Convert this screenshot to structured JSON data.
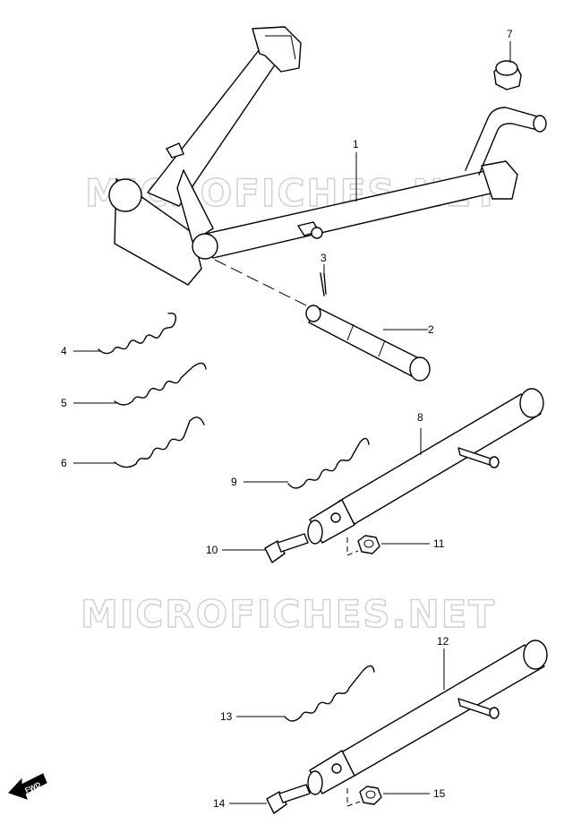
{
  "watermark": "MICROFICHES.NET",
  "fwd_label": "FWD",
  "callouts": {
    "c1": "1",
    "c2": "2",
    "c3": "3",
    "c4": "4",
    "c5": "5",
    "c6": "6",
    "c7": "7",
    "c8": "8",
    "c9": "9",
    "c10": "10",
    "c11": "11",
    "c12": "12",
    "c13": "13",
    "c14": "14",
    "c15": "15"
  }
}
